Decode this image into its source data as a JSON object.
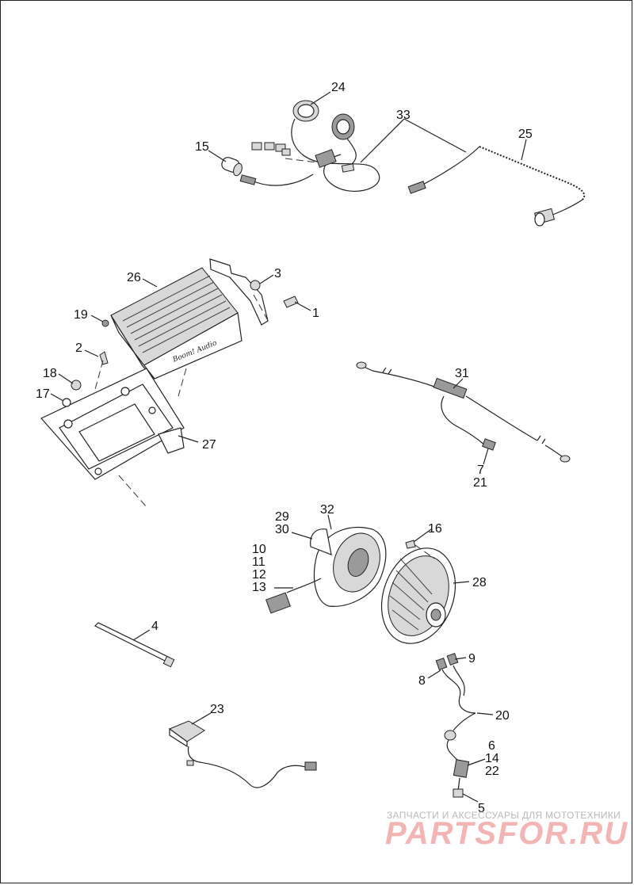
{
  "callouts": {
    "n1": "1",
    "n2": "2",
    "n3": "3",
    "n4": "4",
    "n5": "5",
    "n6": "6",
    "n7": "7",
    "n8": "8",
    "n9": "9",
    "n10": "10",
    "n11": "11",
    "n12": "12",
    "n13": "13",
    "n14": "14",
    "n15": "15",
    "n16": "16",
    "n17": "17",
    "n18": "18",
    "n19": "19",
    "n20": "20",
    "n21": "21",
    "n22": "22",
    "n23": "23",
    "n24": "24",
    "n25": "25",
    "n26": "26",
    "n27": "27",
    "n28": "28",
    "n29": "29",
    "n30": "30",
    "n31": "31",
    "n32": "32",
    "n33": "33"
  },
  "watermark": {
    "subtitle": "ЗАПЧАСТИ И АКСЕССУАРЫ ДЛЯ МОТОТЕХНИКИ",
    "brand": "PARTSFOR.RU"
  },
  "colors": {
    "line": "#222222",
    "watermark_text": "#b9b9b9",
    "watermark_brand": "#f3b4b4"
  }
}
